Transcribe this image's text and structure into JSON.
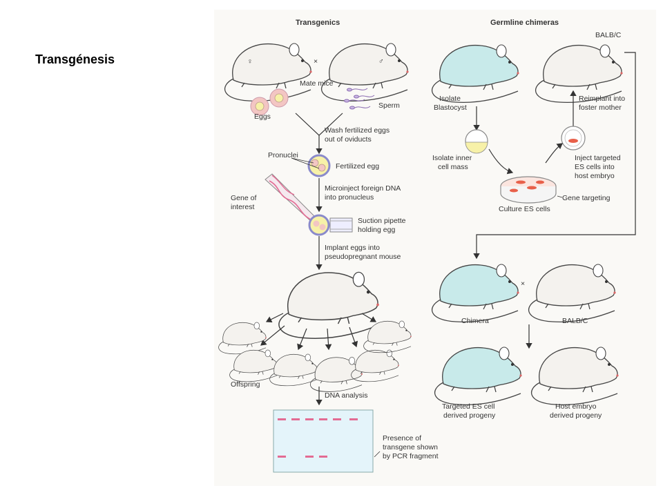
{
  "slide": {
    "title": "Transgénesis"
  },
  "colors": {
    "white_mouse": "#f4f2ee",
    "chimera_mouse": "#c8eaea",
    "cell_yellow": "#f7f1a8",
    "cell_pink": "#f3c6c3",
    "band_pink": "#e36b93",
    "dish_red": "#e8604a",
    "gel_blue": "#e4f4fa"
  },
  "transgenics": {
    "heading": "Transgenics",
    "female_symbol": "♀",
    "male_symbol": "♂",
    "cross_symbol": "×",
    "mate": "Mate mice",
    "eggs": "Eggs",
    "sperm": "Sperm",
    "wash_1": "Wash fertilized eggs",
    "wash_2": "out of oviducts",
    "pronuclei": "Pronuclei",
    "fertilized": "Fertilized egg",
    "micro_1": "Microinject foreign DNA",
    "micro_2": "into pronucleus",
    "gene_1": "Gene of",
    "gene_2": "interest",
    "suction_1": "Suction pipette",
    "suction_2": "holding egg",
    "implant_1": "Implant eggs into",
    "implant_2": "pseudopregnant mouse",
    "offspring": "Offspring",
    "dna": "DNA analysis",
    "presence_1": "Presence of",
    "presence_2": "transgene shown",
    "presence_3": "by PCR fragment"
  },
  "chimeras": {
    "heading": "Germline chimeras",
    "balbc_top": "BALB/C",
    "isolate_1": "Isolate",
    "isolate_2": "Blastocyst",
    "reimplant_1": "Reimplant into",
    "reimplant_2": "foster mother",
    "inner_1": "Isolate inner",
    "inner_2": "cell mass",
    "inject_1": "Inject targeted",
    "inject_2": "ES cells into",
    "inject_3": "host embryo",
    "targeting": "Gene targeting",
    "culture": "Culture ES cells",
    "chimera": "Chimera",
    "balbc_bottom": "BALB/C",
    "cross_symbol": "×",
    "targeted_1": "Targeted ES cell",
    "targeted_2": "derived progeny",
    "host_1": "Host embryo",
    "host_2": "derived progeny"
  }
}
